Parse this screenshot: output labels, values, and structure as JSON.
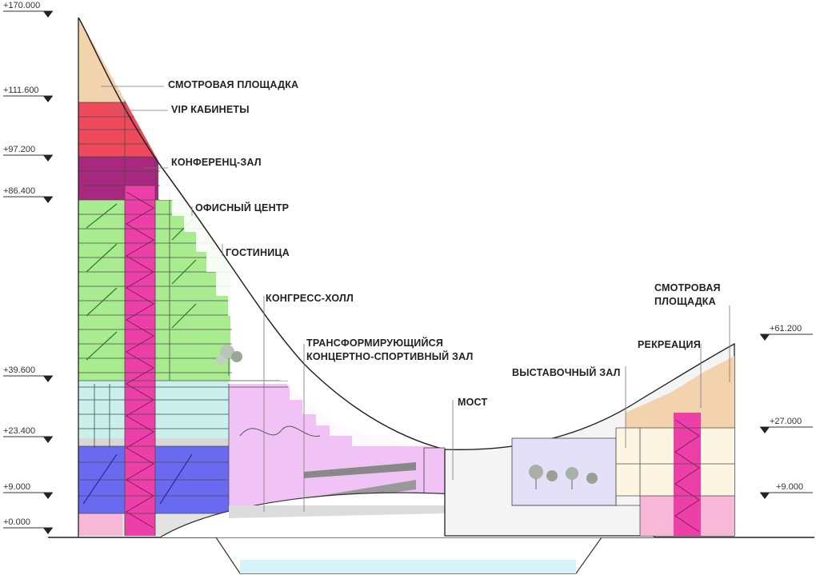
{
  "levels_left": [
    "+170.000",
    "+111.600",
    "+97.200",
    "+86.400",
    "+39.600",
    "+23.400",
    "+9.000",
    "+0.000"
  ],
  "levels_right": [
    "+61.200",
    "+27.000",
    "+9.000"
  ],
  "labels": {
    "observation_top": "СМОТРОВАЯ ПЛОЩАДКА",
    "vip": "VIP КАБИНЕТЫ",
    "conference": "КОНФЕРЕНЦ-ЗАЛ",
    "office": "ОФИСНЫЙ ЦЕНТР",
    "hotel": "ГОСТИНИЦА",
    "congress": "КОНГРЕСС-ХОЛЛ",
    "concert_line1": "ТРАНСФОРМИРУЮЩИЙСЯ",
    "concert_line2": "КОНЦЕРТНО-СПОРТИВНЫЙ ЗАЛ",
    "bridge": "МОСТ",
    "exhibition": "ВЫСТАВОЧНЫЙ ЗАЛ",
    "recreation": "РЕКРЕАЦИЯ",
    "observation_right_line1": "СМОТРОВАЯ",
    "observation_right_line2": "ПЛОЩАДКА"
  },
  "colors": {
    "observation": "#f3d3ad",
    "vip": "#ef4a5c",
    "conference": "#a8287f",
    "office": "#a9ec8f",
    "hotel": "#c9f0ea",
    "congress_floor": "#6a6af0",
    "core": "#ec40a8",
    "concert_hall": "#f0c2f5",
    "bridge_hall": "#d5f3e0",
    "exhibition": "#e4e0f7",
    "recreation": "#f3d3ad",
    "light_pink": "#f7b8d8",
    "water": "#d6f3f8"
  }
}
